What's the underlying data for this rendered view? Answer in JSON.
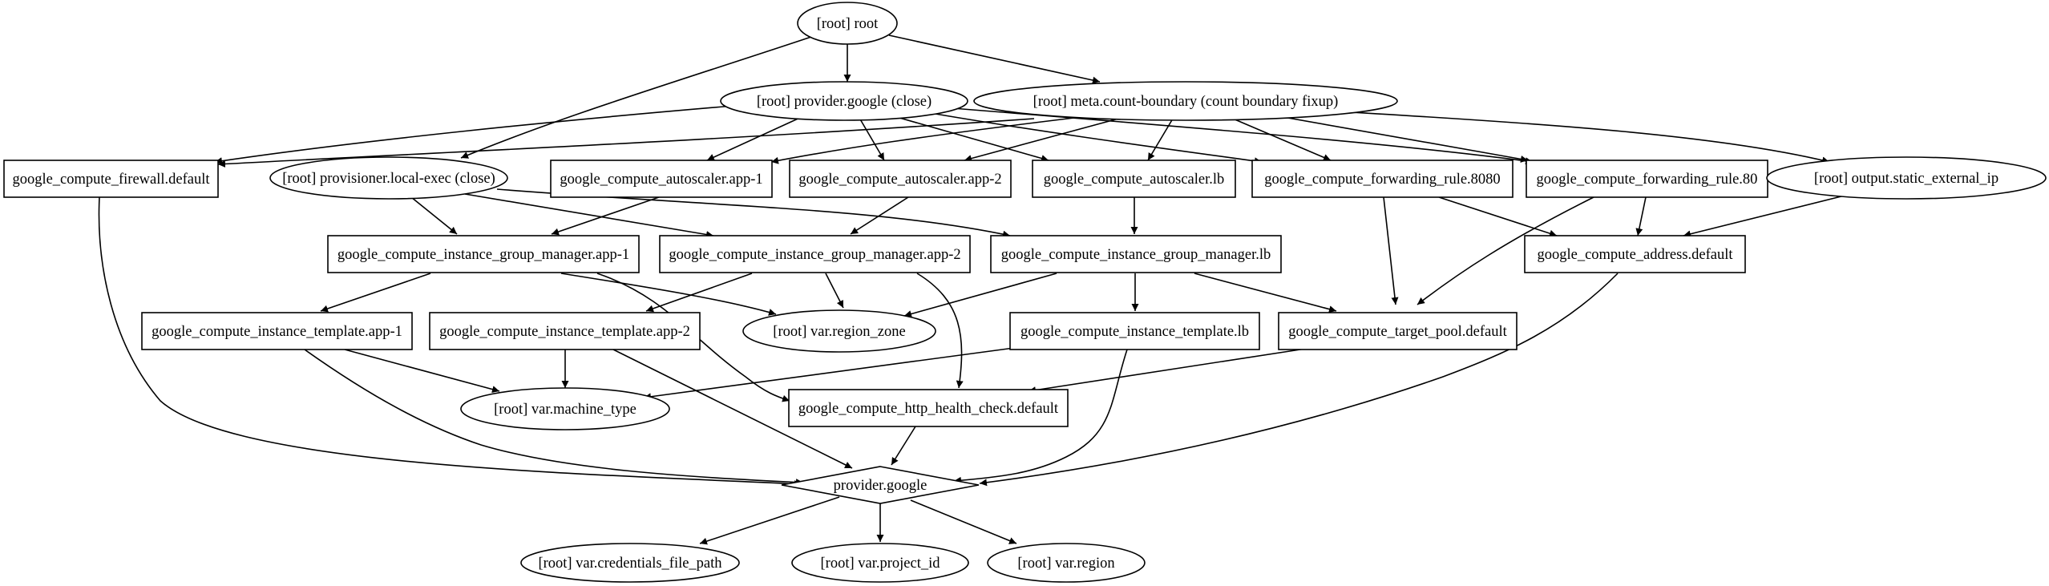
{
  "graph": {
    "nodes": {
      "root": "[root] root",
      "provider_close": "[root] provider.google (close)",
      "meta_boundary": "[root] meta.count-boundary (count boundary fixup)",
      "firewall": "google_compute_firewall.default",
      "provisioner": "[root] provisioner.local-exec (close)",
      "autoscaler_app1": "google_compute_autoscaler.app-1",
      "autoscaler_app2": "google_compute_autoscaler.app-2",
      "autoscaler_lb": "google_compute_autoscaler.lb",
      "fwd_8080": "google_compute_forwarding_rule.8080",
      "fwd_80": "google_compute_forwarding_rule.80",
      "output_ip": "[root] output.static_external_ip",
      "igm_app1": "google_compute_instance_group_manager.app-1",
      "igm_app2": "google_compute_instance_group_manager.app-2",
      "igm_lb": "google_compute_instance_group_manager.lb",
      "address": "google_compute_address.default",
      "tmpl_app1": "google_compute_instance_template.app-1",
      "tmpl_app2": "google_compute_instance_template.app-2",
      "region_zone": "[root] var.region_zone",
      "tmpl_lb": "google_compute_instance_template.lb",
      "target_pool": "google_compute_target_pool.default",
      "machine_type": "[root] var.machine_type",
      "health_check": "google_compute_http_health_check.default",
      "provider": "provider.google",
      "credentials": "[root] var.credentials_file_path",
      "project_id": "[root] var.project_id",
      "region": "[root] var.region"
    }
  }
}
